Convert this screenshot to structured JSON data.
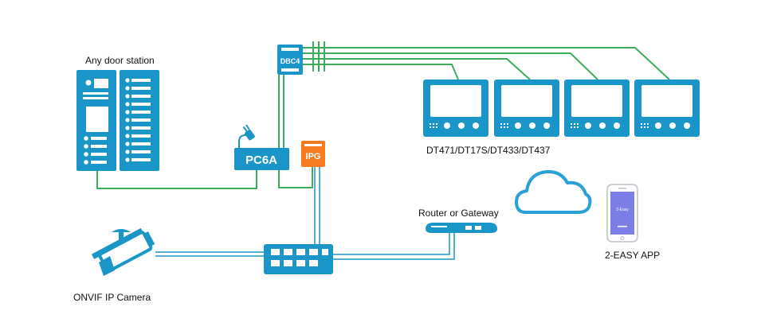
{
  "colors": {
    "device_blue": "#1a95c7",
    "wire_green": "#3aae5a",
    "accent_orange": "#f47b20",
    "ethernet_blue": "#1a95c7",
    "cloud_blue": "#2aa0d8"
  },
  "labels": {
    "door_station": "Any door station",
    "monitors": "DT471/DT17S/DT433/DT437",
    "router": "Router or Gateway",
    "app": "2-EASY APP",
    "camera": "ONVIF IP Camera"
  },
  "devices": {
    "dbc4": "DBC4",
    "pc6a": "PC6A",
    "ipg": "IPG",
    "phone_app_name": "2-Easy"
  },
  "icons": {
    "door_station": "door-station-icon",
    "monitor": "video-monitor-icon",
    "power_supply": "power-supply-icon",
    "plug": "power-plug-icon",
    "camera": "ip-camera-icon",
    "switch": "network-switch-icon",
    "router": "router-icon",
    "cloud": "cloud-icon",
    "phone": "smartphone-icon"
  }
}
